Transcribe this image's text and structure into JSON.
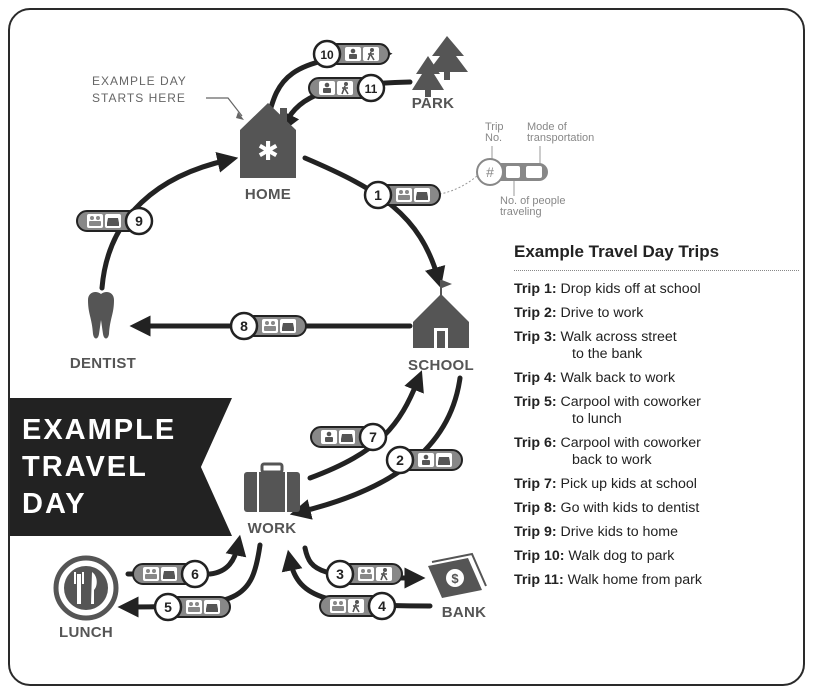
{
  "places": {
    "home": "HOME",
    "park": "PARK",
    "school": "SCHOOL",
    "dentist": "DENTIST",
    "work": "WORK",
    "lunch": "LUNCH",
    "bank": "BANK"
  },
  "start_note": {
    "line1": "EXAMPLE DAY",
    "line2": "STARTS HERE"
  },
  "key": {
    "trip_no": [
      "Trip",
      "No."
    ],
    "mode": [
      "Mode of",
      "transportation"
    ],
    "people": [
      "No. of people",
      "traveling"
    ],
    "symbol": "#"
  },
  "banner": {
    "line1": "EXAMPLE",
    "line2": "TRAVEL",
    "line3": "DAY"
  },
  "trip_numbers": [
    "1",
    "2",
    "3",
    "4",
    "5",
    "6",
    "7",
    "8",
    "9",
    "10",
    "11"
  ],
  "legend": {
    "title": "Example Travel Day Trips",
    "trips": [
      {
        "label": "Trip 1:",
        "text": "Drop kids off at school",
        "text2": ""
      },
      {
        "label": "Trip 2:",
        "text": "Drive to work",
        "text2": ""
      },
      {
        "label": "Trip 3:",
        "text": "Walk across street",
        "text2": "to the bank"
      },
      {
        "label": "Trip 4:",
        "text": "Walk back to work",
        "text2": ""
      },
      {
        "label": "Trip 5:",
        "text": "Carpool with coworker",
        "text2": "to lunch"
      },
      {
        "label": "Trip 6:",
        "text": "Carpool with coworker",
        "text2": "back to work"
      },
      {
        "label": "Trip 7:",
        "text": "Pick up kids at school",
        "text2": ""
      },
      {
        "label": "Trip 8:",
        "text": "Go with kids to dentist",
        "text2": ""
      },
      {
        "label": "Trip 9:",
        "text": "Drive kids to home",
        "text2": ""
      },
      {
        "label": "Trip 10:",
        "text": "Walk dog to park",
        "text2": ""
      },
      {
        "label": "Trip 11:",
        "text": "Walk home from park",
        "text2": ""
      }
    ]
  },
  "colors": {
    "dark": "#222222",
    "gray": "#666666",
    "light": "#888888"
  }
}
